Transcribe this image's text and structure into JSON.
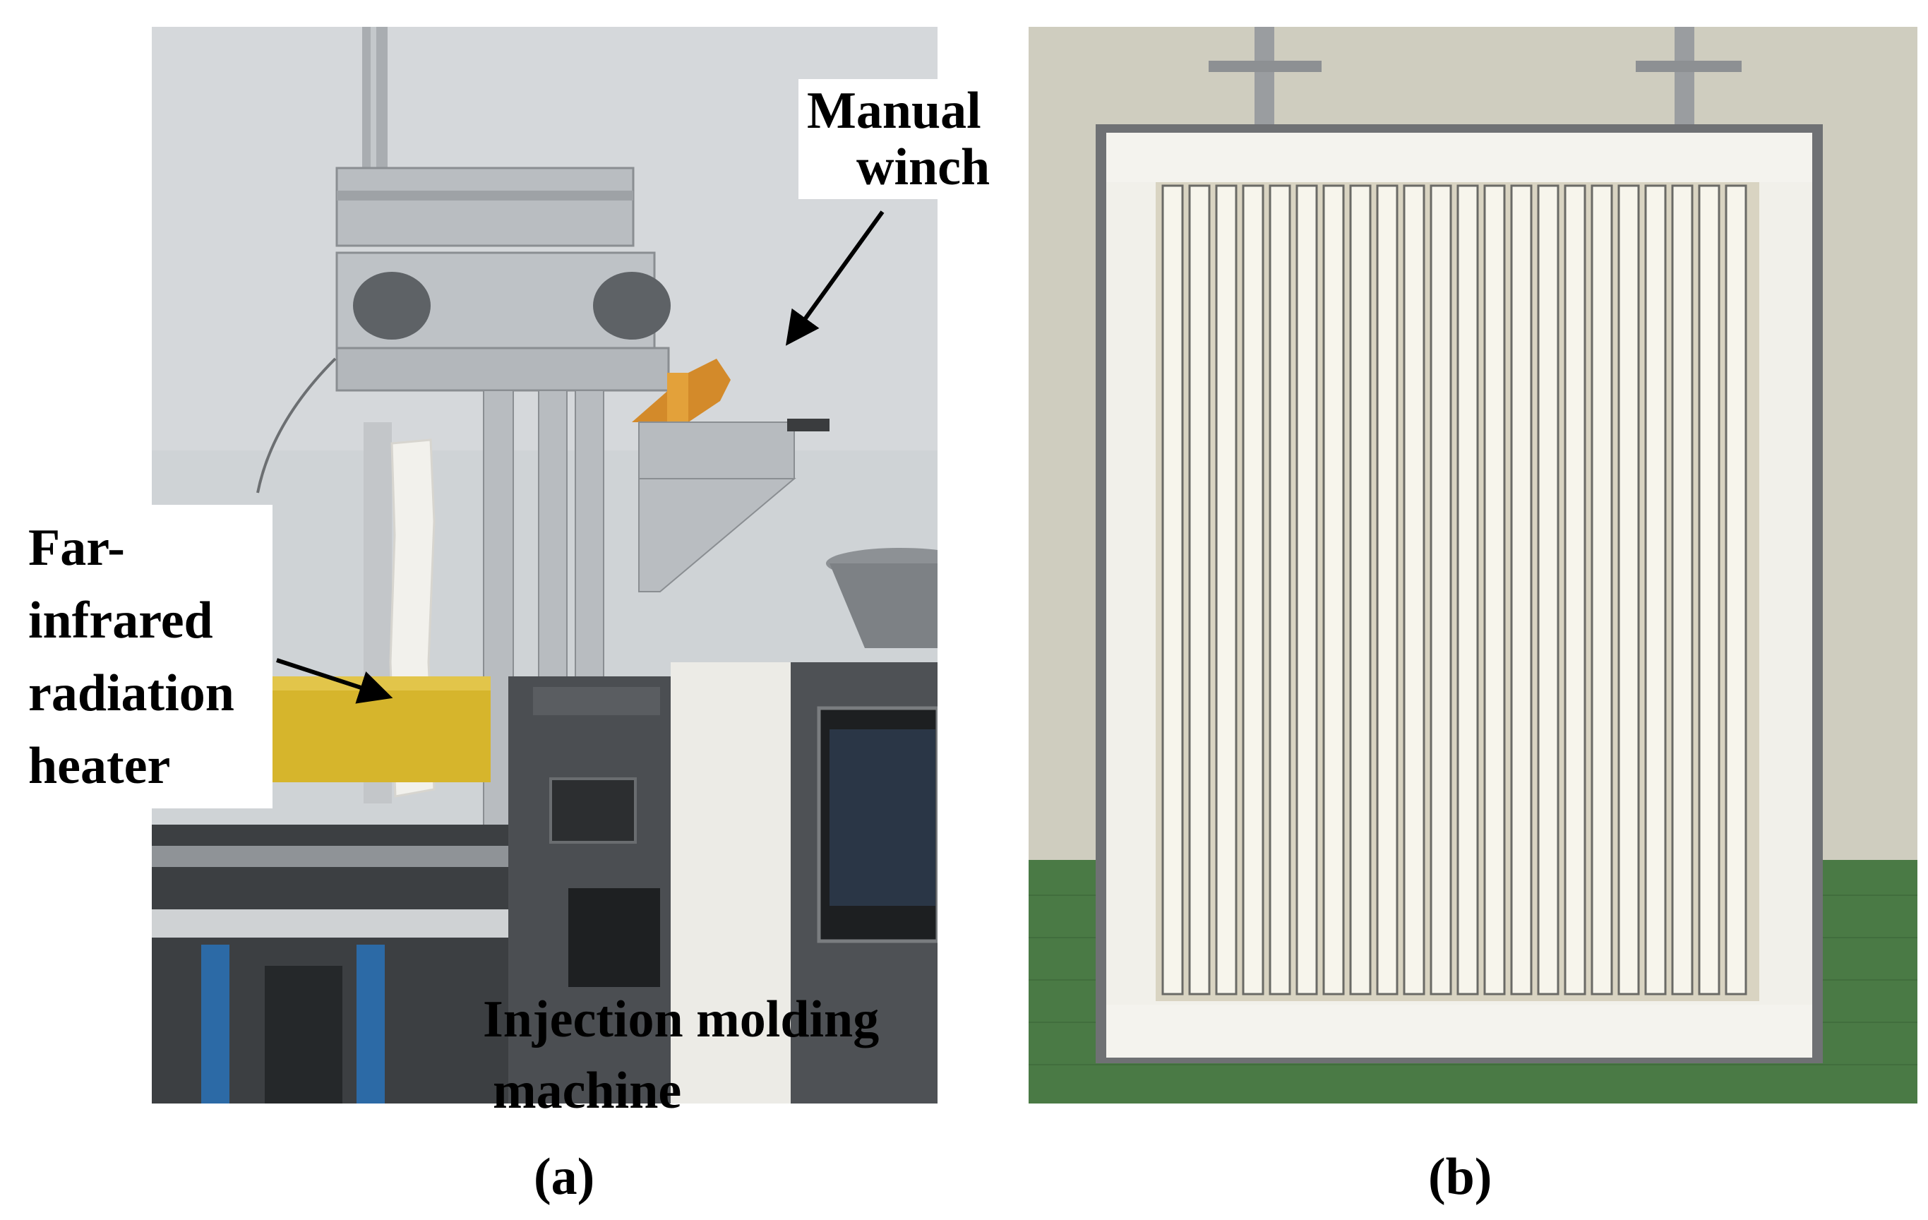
{
  "labels": {
    "manual_winch": [
      "Manual",
      "winch"
    ],
    "heater": [
      "Far-",
      "infrared",
      "radiation",
      "heater"
    ],
    "machine": [
      "Injection molding",
      "machine"
    ]
  },
  "captions": {
    "a": "(a)",
    "b": "(b)"
  },
  "colors": {
    "wall": "#cfd3d6",
    "aluminum_frame": "#b8bcc0",
    "machine_body": "#4b4e52",
    "yellow_rail": "#d6b52c",
    "insulation": "#f1f0ea",
    "floor_mat": "#4a7a45",
    "backdrop": "#cfcdbf"
  }
}
